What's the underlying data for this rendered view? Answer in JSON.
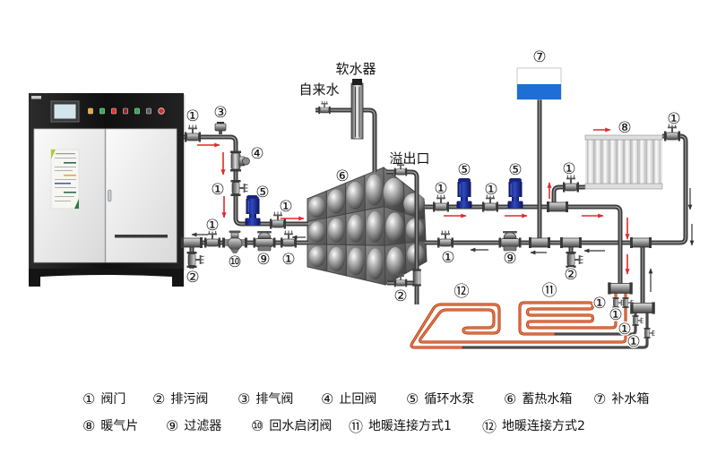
{
  "diagram": {
    "labels": {
      "softener": "软水器",
      "tap_water": "自来水",
      "overflow_outlet": "溢出口"
    },
    "colors": {
      "flow_arrow": "#e02a2a",
      "return_arrow": "#333333",
      "makeup_tank_water": "#1e6fd5",
      "floor_heating_pipe": "#c2461c",
      "floor_heating_return": "#4a4a4a"
    }
  },
  "boiler": {
    "indicator_lights": [
      "#f5a623",
      "#27b04a",
      "#e53030",
      "#8b2b2b",
      "#27b04a",
      "#5a5a5a",
      "#d92b2b"
    ]
  },
  "legend": [
    {
      "num": "①",
      "label": "阀门"
    },
    {
      "num": "②",
      "label": "排污阀"
    },
    {
      "num": "③",
      "label": "排气阀"
    },
    {
      "num": "④",
      "label": "止回阀"
    },
    {
      "num": "⑤",
      "label": "循环水泵"
    },
    {
      "num": "⑥",
      "label": "蓄热水箱"
    },
    {
      "num": "⑦",
      "label": "补水箱"
    },
    {
      "num": "⑧",
      "label": "暖气片"
    },
    {
      "num": "⑨",
      "label": "过滤器"
    },
    {
      "num": "⑩",
      "label": "回水启闭阀"
    },
    {
      "num": "⑪",
      "label": "地暖连接方式1"
    },
    {
      "num": "⑫",
      "label": "地暖连接方式2"
    }
  ]
}
